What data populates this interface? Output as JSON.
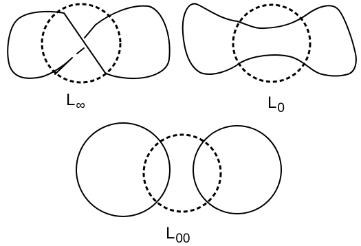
{
  "panels": [
    {
      "id": "L_inf",
      "base": "L",
      "subscript": "∞"
    },
    {
      "id": "L_0",
      "base": "L",
      "subscript": "0"
    },
    {
      "id": "L_00",
      "base": "L",
      "subscript": "00"
    }
  ],
  "colors": {
    "stroke": "#000000",
    "background": "#ffffff"
  }
}
